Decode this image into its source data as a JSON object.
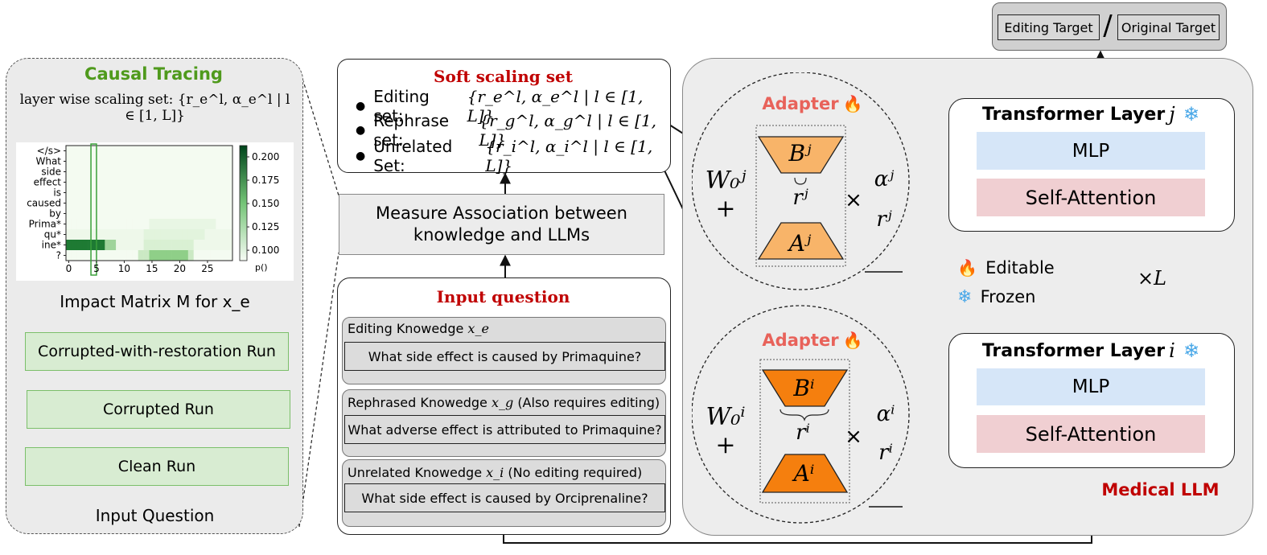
{
  "causal_tracing": {
    "title": "Causal Tracing",
    "scaling_set_label": "layer wise scaling set: {r_e^l, α_e^l | l ∈ [1, L]}",
    "impact_label": "Impact Matrix M for x_e",
    "runs": [
      "Corrupted-with-restoration Run",
      "Corrupted Run",
      "Clean Run"
    ],
    "input_label": "Input Question"
  },
  "chart_data": {
    "type": "heatmap",
    "y_categories": [
      "</s>",
      "What",
      "side",
      "effect",
      "is",
      "caused",
      "by",
      "Prima*",
      "qu*",
      "ine*",
      "?"
    ],
    "x_tick_labels": [
      "0",
      "5",
      "10",
      "15",
      "20",
      "25"
    ],
    "colorbar_ticks": [
      "0.200",
      "0.175",
      "0.150",
      "0.125",
      "0.100"
    ],
    "colorbar_label": "p()",
    "colormap": "Greens",
    "highlight_column": 5
  },
  "soft_scaling": {
    "title": "Soft scaling set",
    "items": [
      {
        "label": "Editing set:",
        "formula": "{r_e^l, α_e^l | l ∈ [1, L]}"
      },
      {
        "label": "Rephrase set:",
        "formula": "{r_g^l, α_g^l | l ∈ [1, L]}"
      },
      {
        "label": "Unrelated Set:",
        "formula": "{r_i^l, α_i^l | l ∈ [1, L]}"
      }
    ]
  },
  "measure": {
    "line1": "Measure Association between",
    "line2": "knowledge and LLMs"
  },
  "input_question": {
    "title": "Input question",
    "groups": [
      {
        "label": "Editing Knowedge",
        "var": "x_e",
        "suffix": "",
        "question": "What side effect  is caused by Primaquine?"
      },
      {
        "label": "Rephrased Knowedge",
        "var": "x_g",
        "suffix": "(Also requires editing)",
        "question": "What adverse effect  is attributed to Primaquine?"
      },
      {
        "label": "Unrelated Knowedge",
        "var": "x_i",
        "suffix": "(No editing required)",
        "question": "What side effect  is caused by Orciprenaline?"
      }
    ]
  },
  "adapters": {
    "title": "Adapter",
    "upper": {
      "W": "W₀ʲ +",
      "B": "Bʲ",
      "A": "Aʲ",
      "r": "rʲ",
      "times": "×",
      "alpha": "αʲ",
      "denom": "rʲ"
    },
    "lower": {
      "W": "W₀ⁱ +",
      "B": "Bⁱ",
      "A": "Aⁱ",
      "r": "rⁱ",
      "times": "×",
      "alpha": "αⁱ",
      "denom": "rⁱ"
    }
  },
  "llm": {
    "layer_upper_title": "Transformer Layer",
    "layer_upper_var": "j",
    "layer_lower_title": "Transformer Layer",
    "layer_lower_var": "i",
    "mlp_label": "MLP",
    "attn_label": "Self-Attention",
    "repeat_label": "×L",
    "legend_editable": "Editable",
    "legend_frozen": "Frozen",
    "medical_label": "Medical LLM",
    "target_editing": "Editing Target",
    "target_slash": "/",
    "target_original": "Original Target"
  },
  "colors": {
    "green_title": "#4f9a1c",
    "red_title": "#c00000",
    "adapter_title": "#e8625a",
    "adapter_light": "#f8b469",
    "adapter_dark": "#f57f0e",
    "mlp_fill": "#d6e6f8",
    "attn_fill": "#f0cfd2",
    "run_fill": "#d8ecd2"
  }
}
